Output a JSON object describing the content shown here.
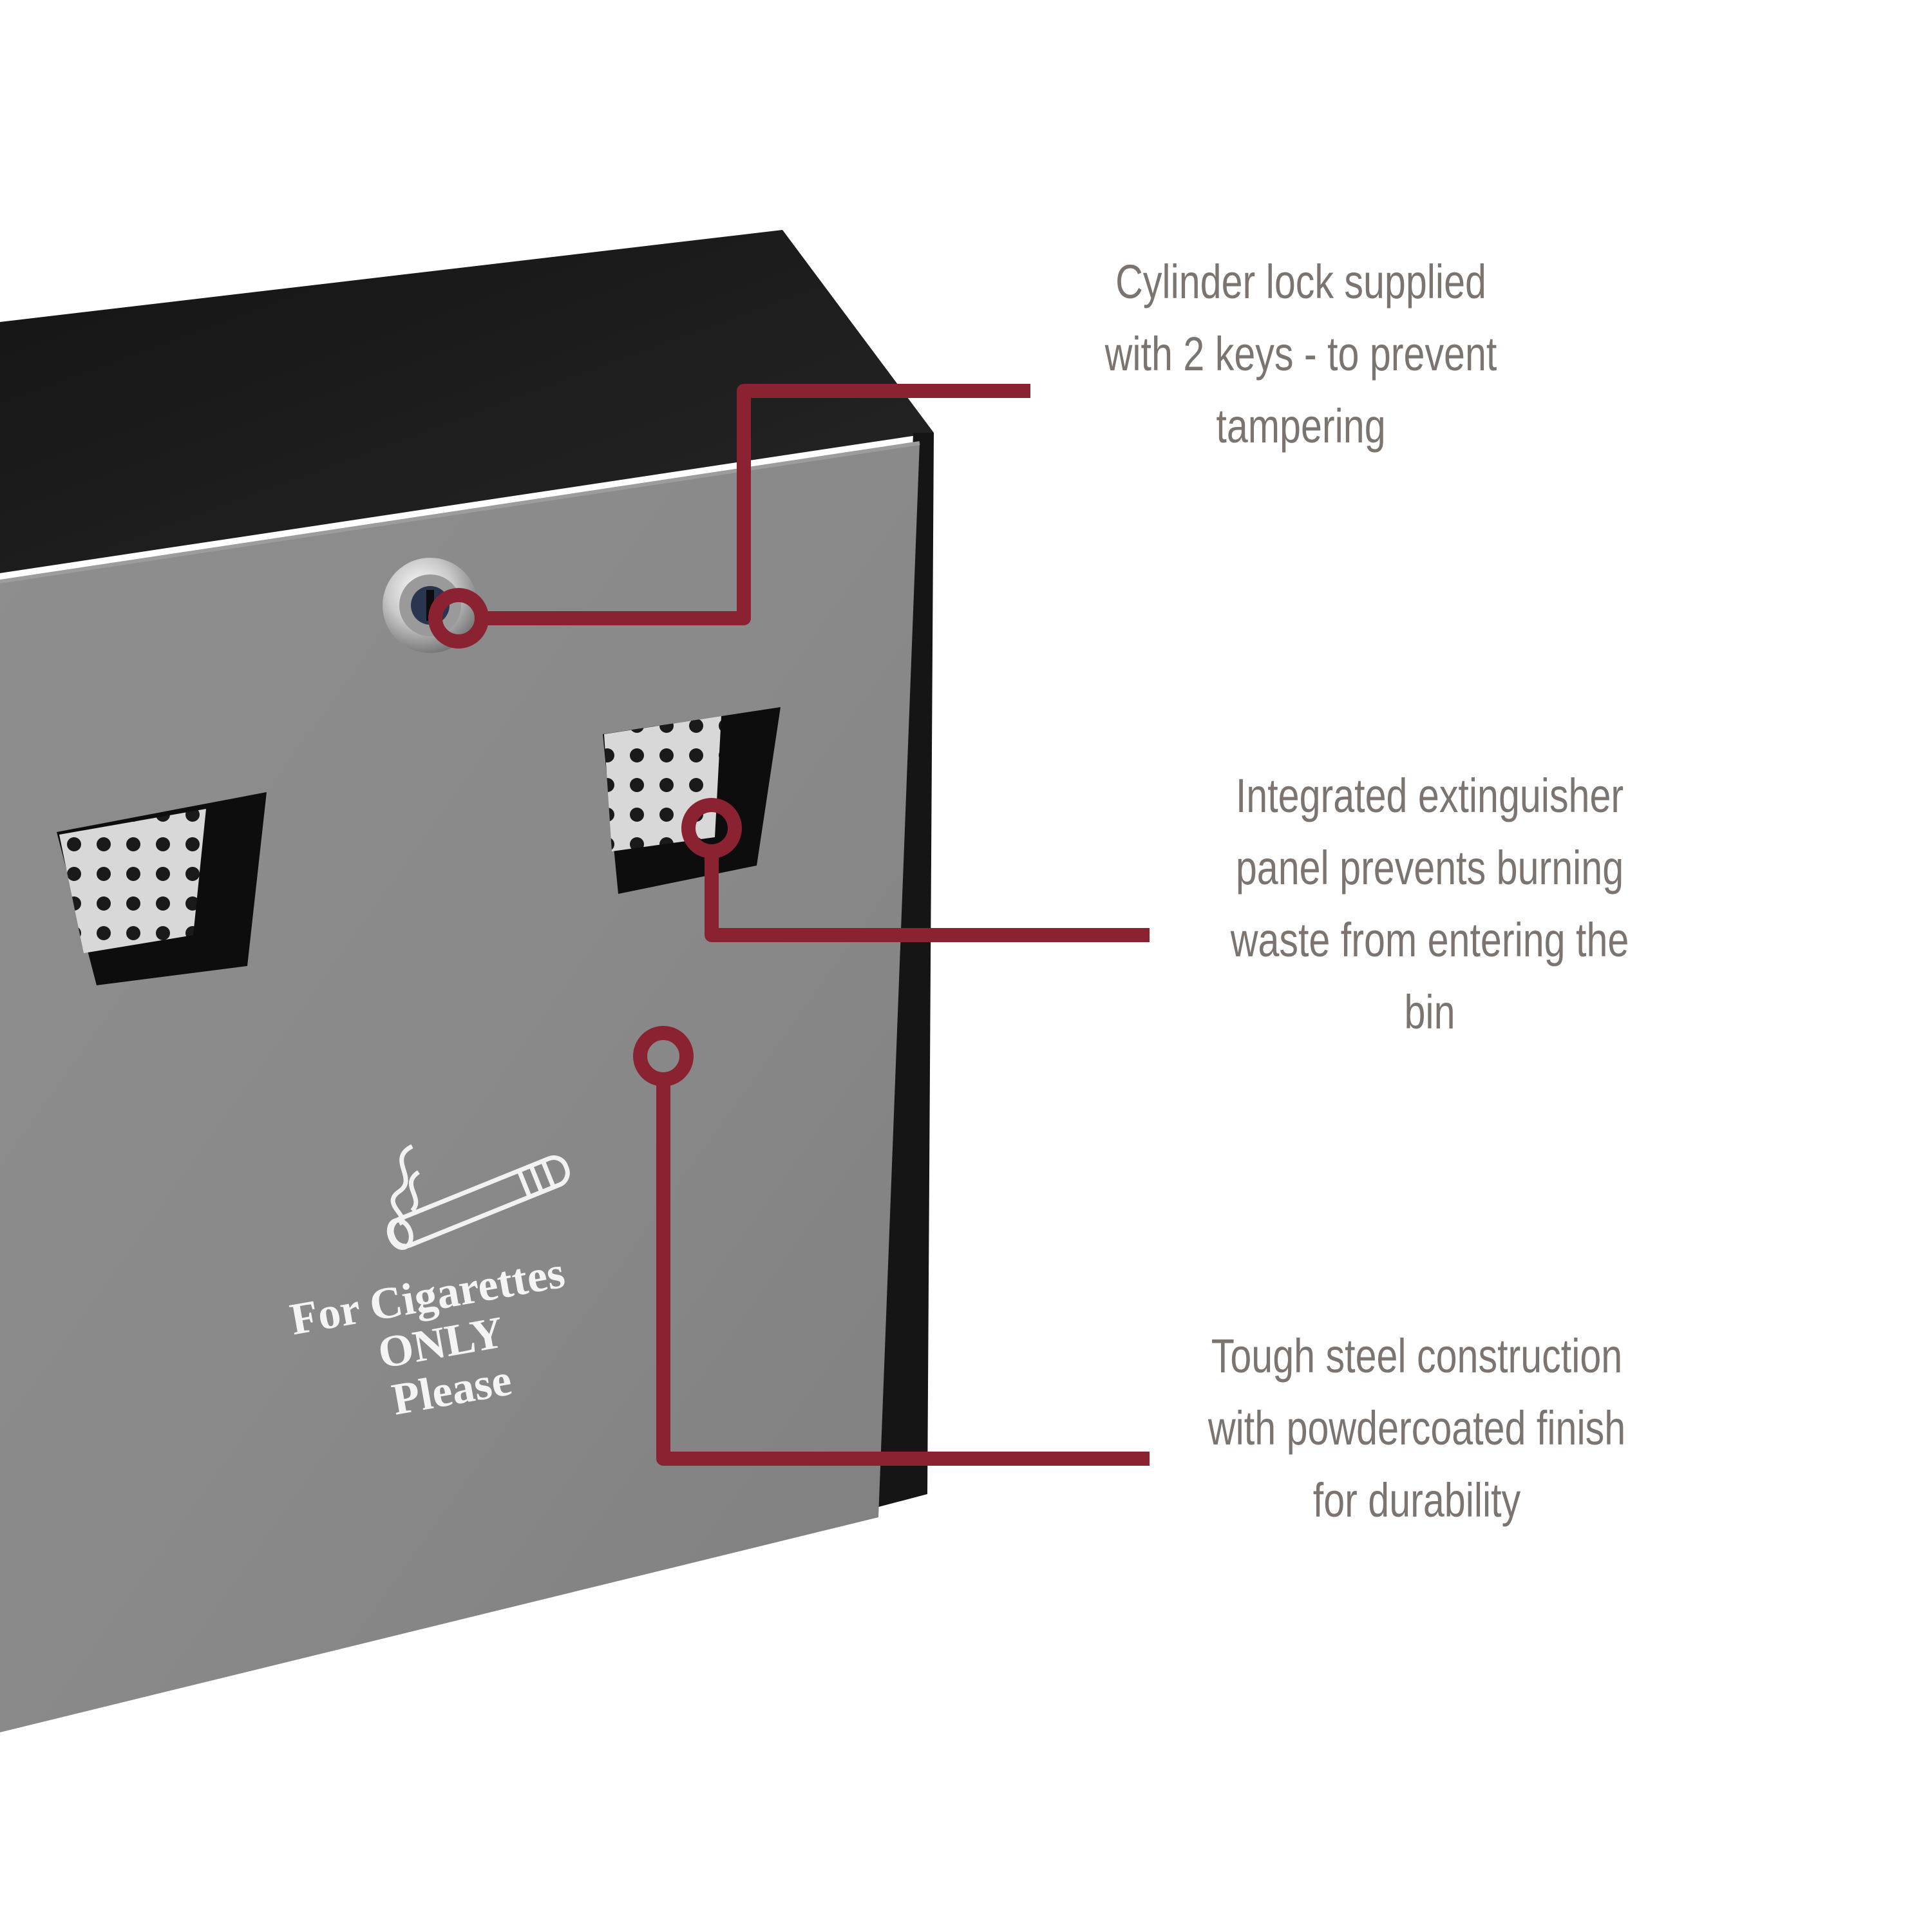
{
  "product": {
    "sign": {
      "line1": "For Cigarettes",
      "line2": "ONLY",
      "line3": "Please",
      "icon": "cigarette-icon"
    }
  },
  "callouts": [
    {
      "lines": [
        "Cylinder lock supplied",
        "with 2 keys - to prevent",
        "tampering"
      ]
    },
    {
      "lines": [
        "Integrated extinguisher",
        "panel prevents burning",
        "waste from entering the",
        "bin"
      ]
    },
    {
      "lines": [
        "Tough steel construction",
        "with powdercoated finish",
        "for durability"
      ]
    }
  ],
  "colors": {
    "accent": "#8a2232",
    "text": "#7b746f",
    "body_top": "#1c1c1c",
    "face": "#8a8a8a"
  }
}
